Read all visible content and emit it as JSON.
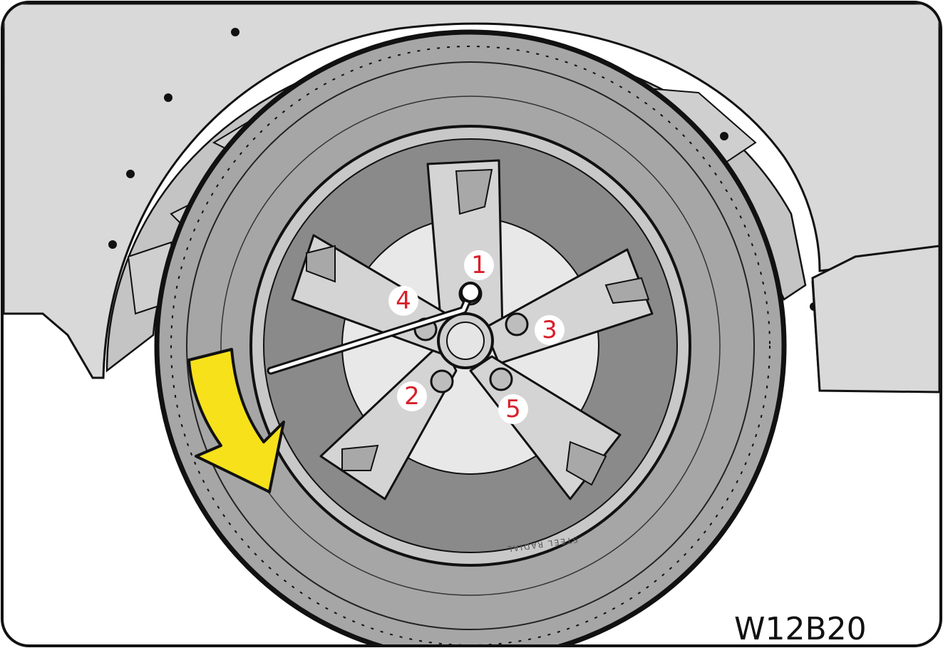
{
  "figure_code": "W12B20",
  "lug_nut_order": [
    "1",
    "2",
    "3",
    "4",
    "5"
  ],
  "tire_sidewall_text": "STEEL RADIAL",
  "colors": {
    "background": "#ffffff",
    "body_panel": "#d9d9d9",
    "tire": "#a6a6a6",
    "wheel_spokes": "#d4d4d4",
    "wheel_recess": "#8a8a8a",
    "arrow": "#f7e11b",
    "number_label": "#d8202a",
    "outline": "#111111"
  },
  "icons": {
    "arrow": "curved-arrow-icon",
    "wrench": "lug-wrench-icon"
  }
}
